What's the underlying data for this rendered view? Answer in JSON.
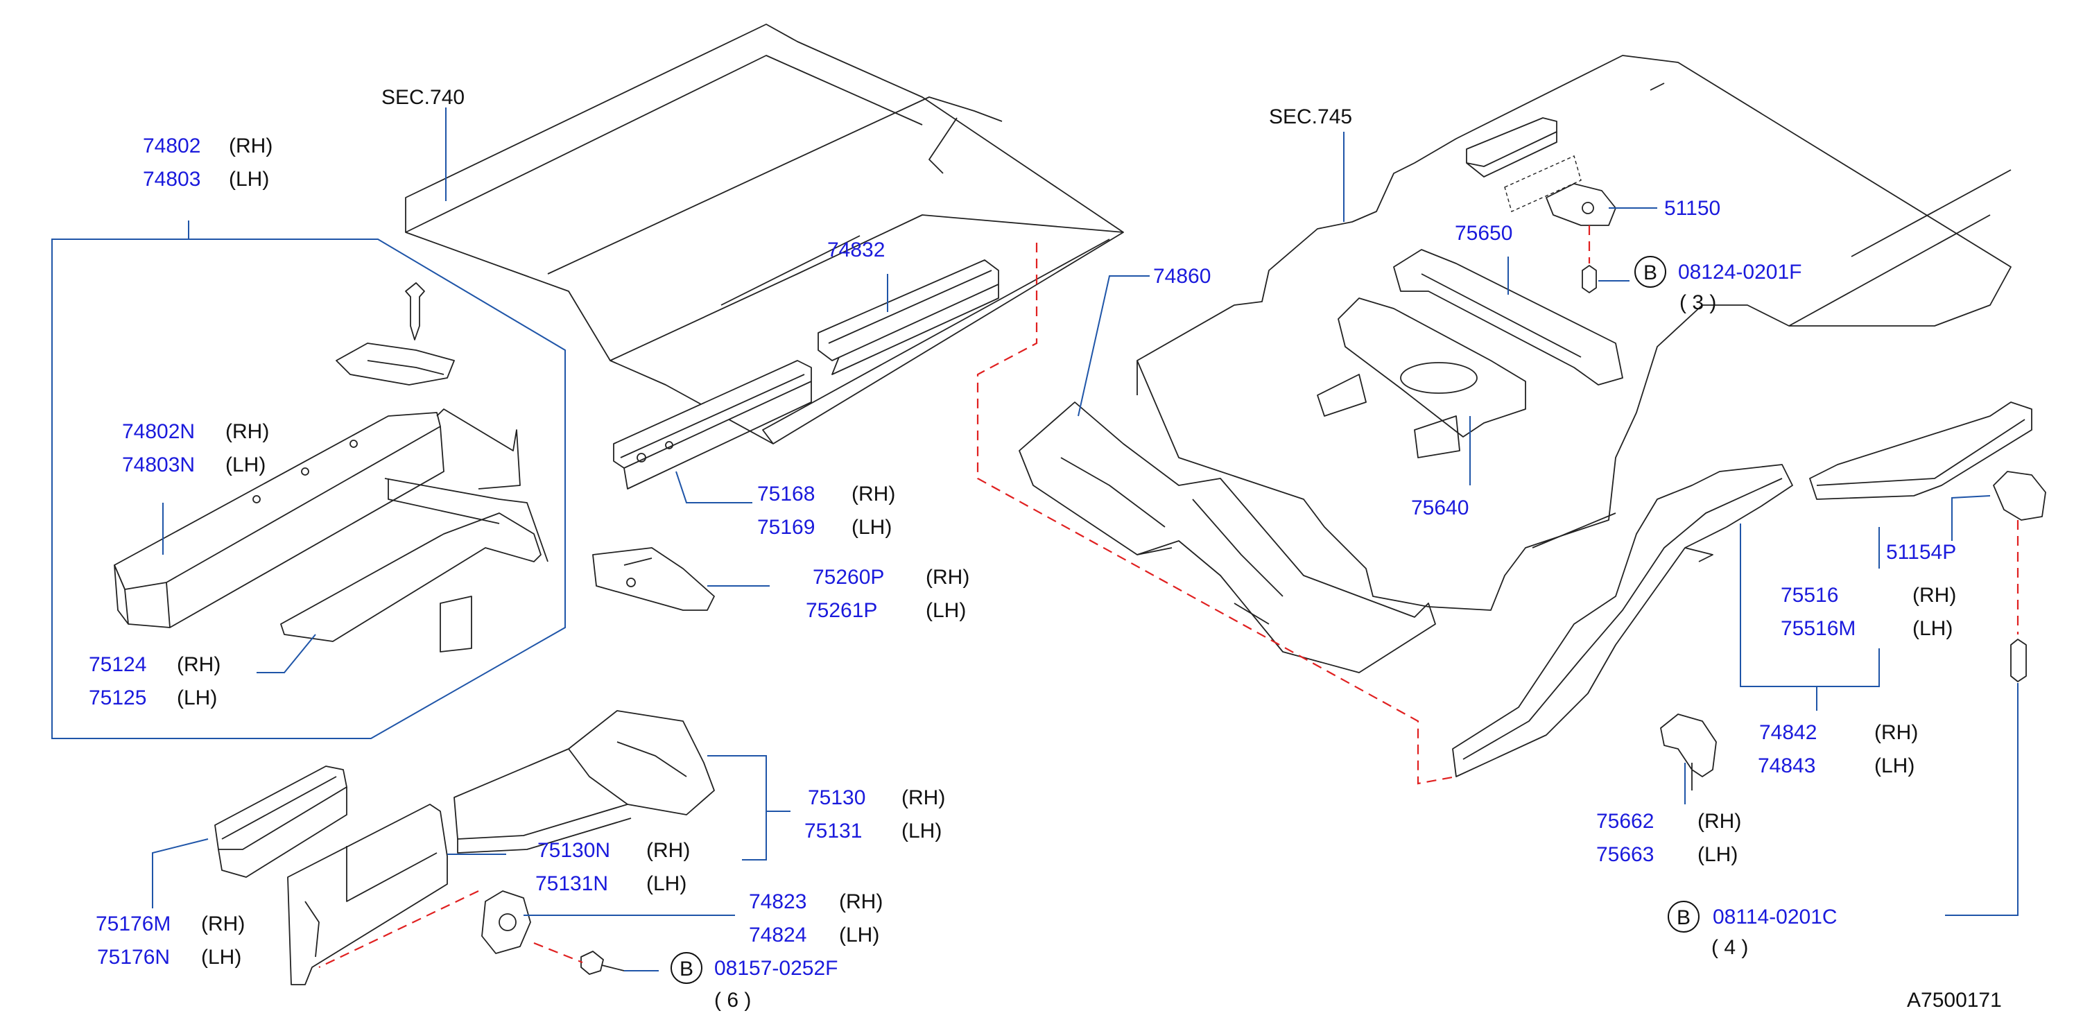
{
  "sections": {
    "sec740": "SEC.740",
    "sec745": "SEC.745"
  },
  "figure_id": "A7500171",
  "bolt_marker": "B",
  "parts": {
    "p74802": "74802",
    "p74802_side": "(RH)",
    "p74803": "74803",
    "p74803_side": "(LH)",
    "p74802N": "74802N",
    "p74802N_side": "(RH)",
    "p74803N": "74803N",
    "p74803N_side": "(LH)",
    "p75124": "75124",
    "p75124_side": "(RH)",
    "p75125": "75125",
    "p75125_side": "(LH)",
    "p74832": "74832",
    "p75168": "75168",
    "p75168_side": "(RH)",
    "p75169": "75169",
    "p75169_side": "(LH)",
    "p75260P": "75260P",
    "p75260P_side": "(RH)",
    "p75261P": "75261P",
    "p75261P_side": "(LH)",
    "p74860": "74860",
    "p75130": "75130",
    "p75130_side": "(RH)",
    "p75131": "75131",
    "p75131_side": "(LH)",
    "p75130N": "75130N",
    "p75130N_side": "(RH)",
    "p75131N": "75131N",
    "p75131N_side": "(LH)",
    "p75176M": "75176M",
    "p75176M_side": "(RH)",
    "p75176N": "75176N",
    "p75176N_side": "(LH)",
    "p74823": "74823",
    "p74823_side": "(RH)",
    "p74824": "74824",
    "p74824_side": "(LH)",
    "p08157": "08157-0252F",
    "p08157_qty": "( 6 )",
    "p75650": "75650",
    "p51150": "51150",
    "p08124": "08124-0201F",
    "p08124_qty": "( 3 )",
    "p75640": "75640",
    "p51154P": "51154P",
    "p75516": "75516",
    "p75516_side": "(RH)",
    "p75516M": "75516M",
    "p75516M_side": "(LH)",
    "p74842": "74842",
    "p74842_side": "(RH)",
    "p74843": "74843",
    "p74843_side": "(LH)",
    "p75662": "75662",
    "p75662_side": "(RH)",
    "p75663": "75663",
    "p75663_side": "(LH)",
    "p08114": "08114-0201C",
    "p08114_qty": "( 4 )"
  }
}
